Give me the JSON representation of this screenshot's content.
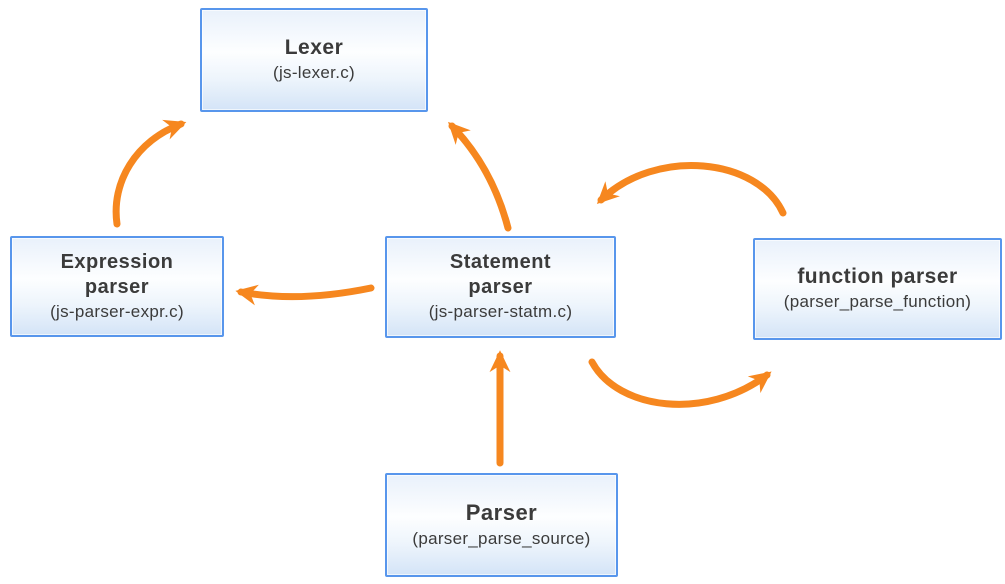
{
  "nodes": {
    "lexer": {
      "title": "Lexer",
      "subtitle": "(js-lexer.c)"
    },
    "expression_parser": {
      "title": "Expression\nparser",
      "subtitle": "(js-parser-expr.c)"
    },
    "statement_parser": {
      "title": "Statement\nparser",
      "subtitle": "(js-parser-statm.c)"
    },
    "function_parser": {
      "title": "function parser",
      "subtitle": "(parser_parse_function)"
    },
    "parser": {
      "title": "Parser",
      "subtitle": "(parser_parse_source)"
    }
  },
  "edges": [
    {
      "from": "expression_parser",
      "to": "lexer",
      "style": "curved"
    },
    {
      "from": "statement_parser",
      "to": "lexer",
      "style": "curved"
    },
    {
      "from": "statement_parser",
      "to": "expression_parser",
      "style": "curved"
    },
    {
      "from": "function_parser",
      "to": "statement_parser",
      "style": "arc-over"
    },
    {
      "from": "statement_parser",
      "to": "function_parser",
      "style": "arc-under"
    },
    {
      "from": "parser",
      "to": "statement_parser",
      "style": "straight"
    }
  ],
  "colors": {
    "accent": "#F6871F",
    "node-border": "#5896EC",
    "node-fill-top": "#e9f1fb",
    "node-fill-bottom": "#d4e4f7",
    "text": "#3b3b3b"
  }
}
